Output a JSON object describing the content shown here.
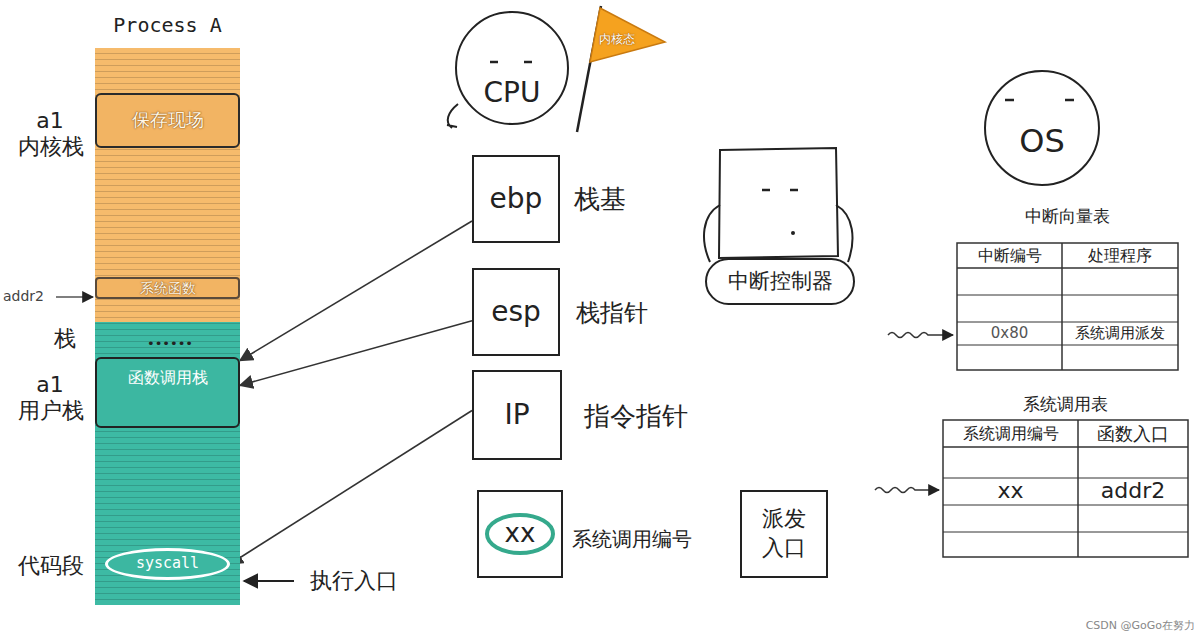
{
  "diagram": {
    "nodes": [
      {
        "text": [
          "Process A"
        ]
      },
      {
        "text": [
          "保存现场"
        ],
        "in": 0
      },
      {
        "text": [
          "系统函数"
        ],
        "in": 0
      },
      {
        "text": [
          "函数调用栈"
        ],
        "in": 0
      },
      {
        "text": [
          "syscall"
        ],
        "in": 0
      },
      {
        "text": [
          "CPU"
        ]
      },
      {
        "text": [
          "内核态"
        ]
      },
      {
        "text": [
          "ebp",
          "栈基"
        ]
      },
      {
        "text": [
          "esp",
          "栈指针"
        ]
      },
      {
        "text": [
          "IP",
          "指令指针"
        ]
      },
      {
        "text": [
          "xx",
          "系统调用编号"
        ]
      },
      {
        "text": [
          "派发入口"
        ]
      },
      {
        "text": [
          "中断控制器"
        ]
      },
      {
        "text": [
          "OS"
        ]
      },
      {
        "text": [
          "中断向量表"
        ]
      },
      {
        "text": [
          "系统调用表"
        ]
      }
    ],
    "edges": [
      {
        "from": 7,
        "to": 3,
        "arrow": "to"
      },
      {
        "from": 8,
        "to": 3,
        "arrow": "to"
      },
      {
        "from": 9,
        "to": 4,
        "arrow": "to"
      }
    ],
    "labels": [
      "a1",
      "内核栈",
      "addr2",
      "栈",
      "••••••",
      "a1",
      "用户栈",
      "代码段",
      "执行入口",
      "中断编号",
      "处理程序",
      "0x80",
      "系统调用派发",
      "系统调用编号",
      "函数入口",
      "xx",
      "addr2",
      "CSDN @GoGo在努力"
    ]
  }
}
